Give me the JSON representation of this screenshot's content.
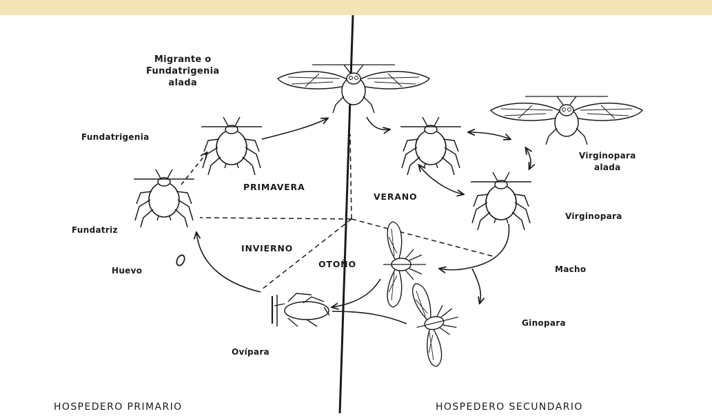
{
  "header_band_color": "#f3e5b8",
  "ink_color": "#1a1a1a",
  "labels": {
    "migrante_line1": "Migrante o",
    "migrante_line2": "Fundatrigenia",
    "migrante_line3": "alada",
    "fundatrigenia": "Fundatrigenia",
    "fundatriz": "Fundatriz",
    "huevo": "Huevo",
    "ovipara": "Ovípara",
    "virginopara_alada_line1": "Virginopara",
    "virginopara_alada_line2": "alada",
    "virginopara": "Virginopara",
    "macho": "Macho",
    "ginopara": "Ginopara"
  },
  "seasons": {
    "primavera": "PRIMAVERA",
    "verano": "VERANO",
    "invierno": "INVIERNO",
    "otono": "OTOÑO"
  },
  "hosts": {
    "primary": "HOSPEDERO PRIMARIO",
    "secondary": "HOSPEDERO SECUNDARIO"
  }
}
